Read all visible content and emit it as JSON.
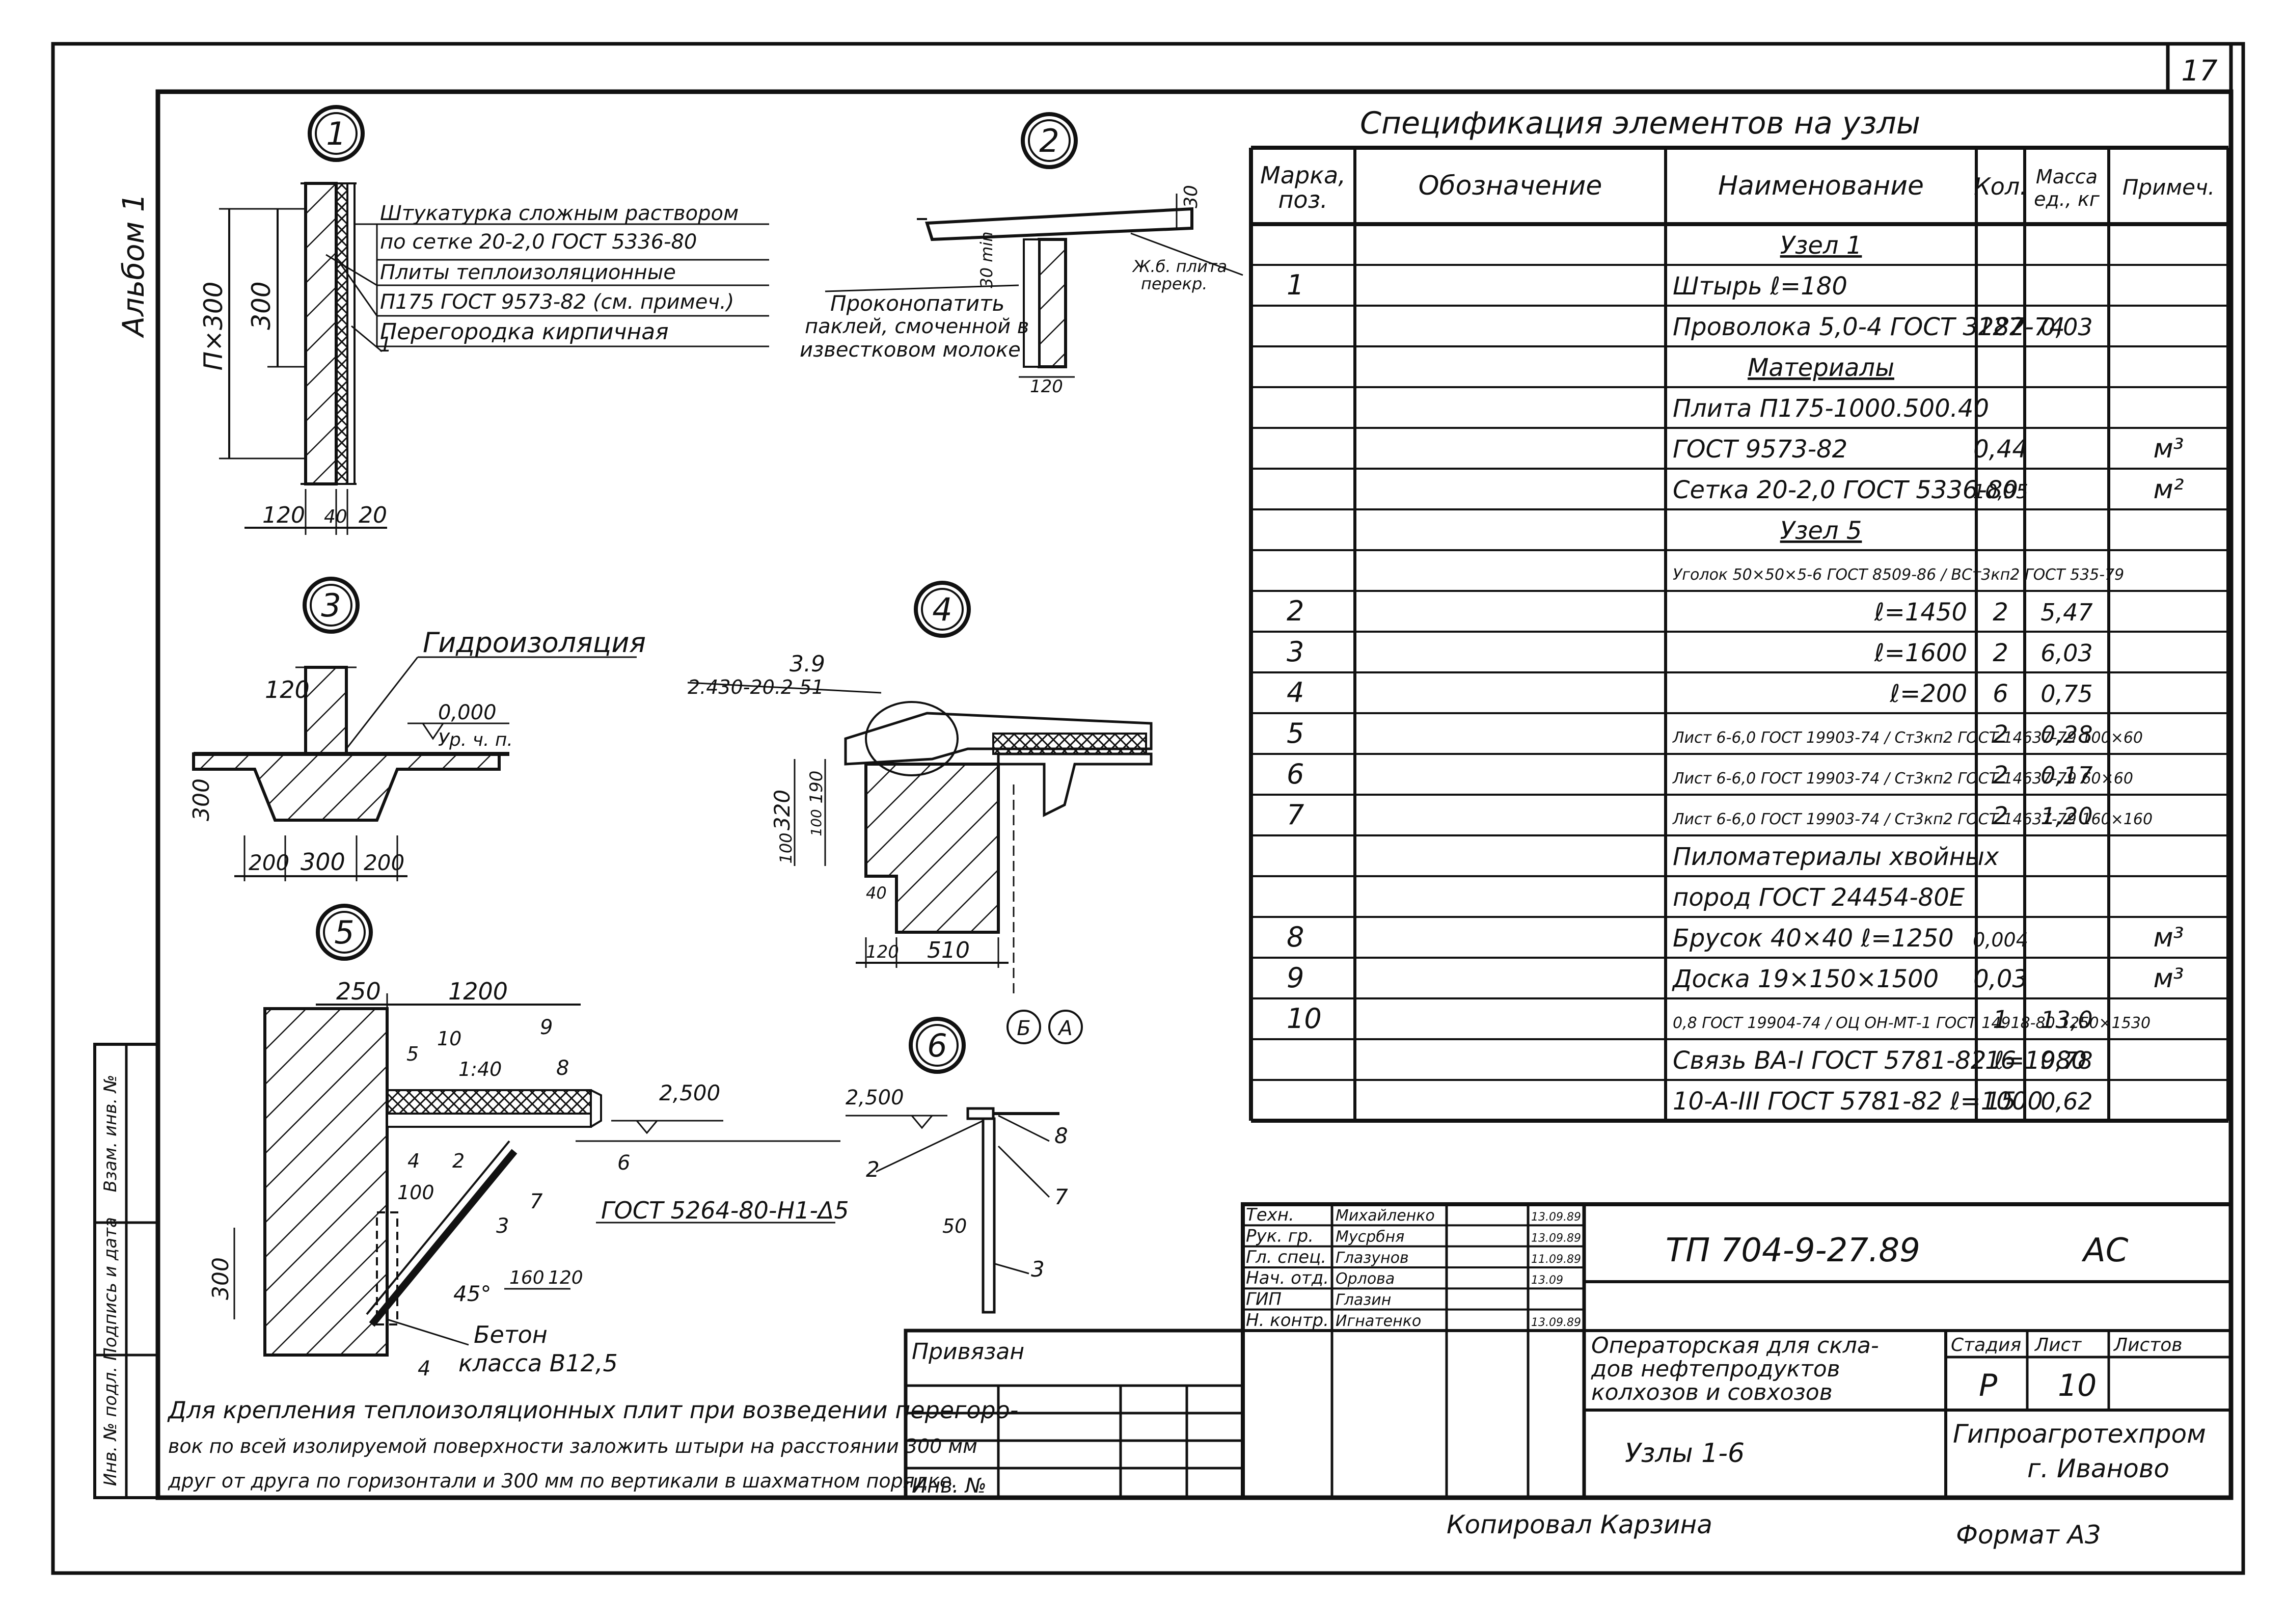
{
  "sheet": {
    "number": "17",
    "album": "Альбом 1",
    "copied_by": "Копировал Карзина",
    "format": "Формат А3",
    "inv_no": "Инв. №",
    "side_strip": [
      "Инв. № подл.",
      "Подпись и дата",
      "Взам. инв. №"
    ]
  },
  "spec": {
    "title": "Спецификация элементов на узлы",
    "headers": [
      "Марка, поз.",
      "Обозначение",
      "Наименование",
      "Кол.",
      "Масса ед., кг",
      "Примеч."
    ],
    "rows": [
      {
        "mark": "",
        "name": "Узел 1",
        "qty": "",
        "mass": "",
        "note": "",
        "section": true
      },
      {
        "mark": "1",
        "name": "Штырь ℓ=180",
        "qty": "",
        "mass": "",
        "note": ""
      },
      {
        "mark": "",
        "name": "Проволока 5,0-4 ГОСТ 3282-74",
        "qty": "127",
        "mass": "0,03",
        "note": ""
      },
      {
        "mark": "",
        "name": "Материалы",
        "qty": "",
        "mass": "",
        "note": "",
        "section": true
      },
      {
        "mark": "",
        "name": "Плита П175-1000.500.40",
        "qty": "",
        "mass": "",
        "note": ""
      },
      {
        "mark": "",
        "name": "ГОСТ 9573-82",
        "qty": "0,44",
        "mass": "",
        "note": "м³"
      },
      {
        "mark": "",
        "name": "Сетка 20-2,0 ГОСТ 5336-80",
        "qty": "10,95",
        "mass": "",
        "note": "м²"
      },
      {
        "mark": "",
        "name": "Узел 5",
        "qty": "",
        "mass": "",
        "note": "",
        "section": true
      },
      {
        "mark": "",
        "name": "Уголок 50×50×5-6 ГОСТ 8509-86 / ВСт3кп2 ГОСТ 535-79",
        "qty": "",
        "mass": "",
        "note": ""
      },
      {
        "mark": "2",
        "name": "ℓ=1450",
        "qty": "2",
        "mass": "5,47",
        "note": "",
        "right": true
      },
      {
        "mark": "3",
        "name": "ℓ=1600",
        "qty": "2",
        "mass": "6,03",
        "note": "",
        "right": true
      },
      {
        "mark": "4",
        "name": "ℓ=200",
        "qty": "6",
        "mass": "0,75",
        "note": "",
        "right": true
      },
      {
        "mark": "5",
        "name": "Лист 6-6,0 ГОСТ 19903-74 / Ст3кп2 ГОСТ 14637-79 100×60",
        "qty": "2",
        "mass": "0,28",
        "note": ""
      },
      {
        "mark": "6",
        "name": "Лист 6-6,0 ГОСТ 19903-74 / Ст3кп2 ГОСТ 14637-79 60×60",
        "qty": "2",
        "mass": "0,17",
        "note": ""
      },
      {
        "mark": "7",
        "name": "Лист 6-6,0 ГОСТ 19903-74 / Ст3кп2 ГОСТ 14637-79 160×160",
        "qty": "2",
        "mass": "1,20",
        "note": ""
      },
      {
        "mark": "",
        "name": "Пиломатериалы хвойных",
        "qty": "",
        "mass": "",
        "note": ""
      },
      {
        "mark": "",
        "name": "пород ГОСТ 24454-80Е",
        "qty": "",
        "mass": "",
        "note": ""
      },
      {
        "mark": "8",
        "name": "Брусок 40×40 ℓ=1250",
        "qty": "0,004",
        "mass": "",
        "note": "м³"
      },
      {
        "mark": "9",
        "name": "Доска 19×150×1500",
        "qty": "0,03",
        "mass": "",
        "note": "м³"
      },
      {
        "mark": "10",
        "name": "0,8 ГОСТ 19904-74 / ОЦ ОН-МТ-1 ГОСТ 14918-80 1250×1530",
        "qty": "1",
        "mass": "13,0",
        "note": ""
      },
      {
        "mark": "",
        "name": "Связь ВА-I ГОСТ 5781-82 ℓ=1980",
        "qty": "16",
        "mass": "0,78",
        "note": ""
      },
      {
        "mark": "",
        "name": "10-А-III ГОСТ 5781-82 ℓ=1000",
        "qty": "15",
        "mass": "0,62",
        "note": ""
      }
    ]
  },
  "title_block": {
    "code": "ТП 704-9-27.89",
    "suffix": "АС",
    "bound": "Привязан",
    "roles": [
      {
        "role": "Техн.",
        "name": "Михайленко",
        "date": "13.09.89"
      },
      {
        "role": "Рук. гр.",
        "name": "Мусрбня",
        "date": "13.09.89"
      },
      {
        "role": "Гл. спец.",
        "name": "Глазунов",
        "date": "11.09.89"
      },
      {
        "role": "Нач. отд.",
        "name": "Орлова",
        "date": "13.09"
      },
      {
        "role": "ГИП",
        "name": "Глазин",
        "date": ""
      },
      {
        "role": "Н. контр.",
        "name": "Игнатенко",
        "date": "13.09.89"
      }
    ],
    "object_name": "Операторская для складов нефтепродуктов колхозов и совхозов",
    "sheet_name": "Узлы 1-6",
    "stage_h": "Стадия",
    "sheet_h": "Лист",
    "sheets_h": "Листов",
    "stage": "Р",
    "sheet": "10",
    "sheets": "",
    "org": "Гипроагротехпром",
    "city": "г. Иваново"
  },
  "node1": {
    "num": "1",
    "callouts": [
      "Штукатурка сложным раствором",
      "по сетке 20-2,0 ГОСТ 5336-80",
      "Плиты теплоизоляционные",
      "П175 ГОСТ 9573-82 (см. примеч.)",
      "Перегородка кирпичная"
    ],
    "dims": {
      "h300": "300",
      "h_total": "П×300",
      "b120": "120",
      "b40": "40",
      "b20": "20",
      "pos": "1"
    }
  },
  "node2": {
    "num": "2",
    "caulk": [
      "Проконопатить",
      "паклей, смоченной в",
      "известковом молоке"
    ],
    "slab": [
      "Ж.б. плита",
      "перекр."
    ],
    "dims": {
      "d30": "30",
      "d30b": "30 min",
      "d120": "120"
    }
  },
  "node3": {
    "num": "3",
    "label": "Гидроизоляция",
    "level": "0,000",
    "level_note": "Ур. ч. п.",
    "dims": {
      "h120": "120",
      "h300": "300",
      "w200a": "200",
      "w300": "300",
      "w200b": "200"
    }
  },
  "node4": {
    "num": "4",
    "ref1": "3.9",
    "ref2": "2.430-20.2 51",
    "dims": {
      "d320": "320",
      "d190": "190",
      "d100": "100",
      "d100b": "100",
      "d40": "40",
      "d120": "120",
      "d510": "510"
    },
    "cuts": [
      "Б",
      "А"
    ]
  },
  "node5": {
    "num": "5",
    "dims": {
      "d250": "250",
      "d1200": "1200",
      "d100": "100",
      "d45": "45°",
      "d160": "160",
      "d120": "120",
      "d300": "300",
      "slope": "1:40"
    },
    "level": "2,500",
    "weld": "ГОСТ 5264-80-Н1-Δ5",
    "concrete": [
      "Бетон",
      "класса В12,5"
    ],
    "pos": [
      "5",
      "10",
      "9",
      "8",
      "4",
      "2",
      "6",
      "3",
      "7",
      "4"
    ]
  },
  "node6": {
    "num": "6",
    "level": "2,500",
    "dims": {
      "d50": "50"
    },
    "pos": [
      "2",
      "8",
      "7",
      "3"
    ]
  },
  "note": {
    "lines": [
      "Для крепления теплоизоляционных плит при возведении перегоро-",
      "вок по всей изолируемой поверхности заложить штыри на расстоянии 300 мм",
      "друг от друга по горизонтали и 300 мм по вертикали в шахматном порядке."
    ]
  }
}
